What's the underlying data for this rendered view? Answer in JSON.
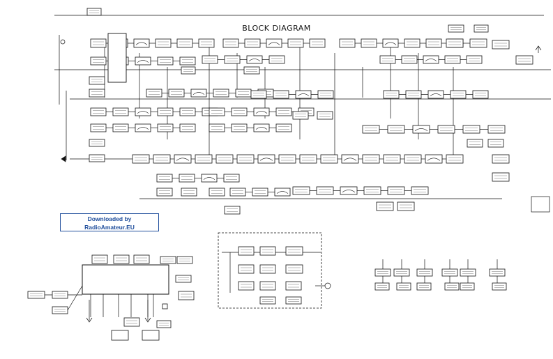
{
  "title": "BLOCK DIAGRAM",
  "watermark": {
    "line1": "Downloaded by",
    "line2": "RadioAmateur.EU"
  },
  "colors": {
    "ink": "#111111",
    "watermark": "#1f4e9c",
    "background": "#ffffff"
  }
}
